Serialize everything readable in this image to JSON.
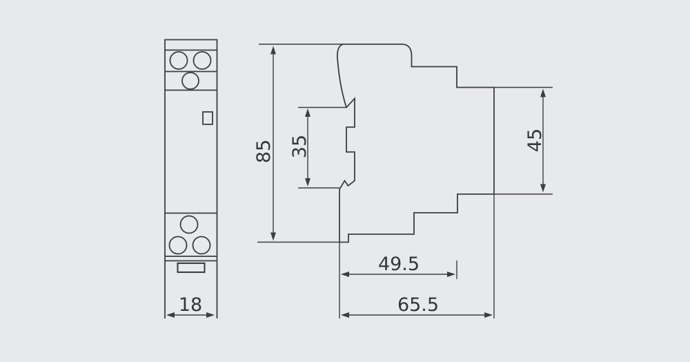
{
  "colors": {
    "background": "#e8e9eb",
    "line": "#3b3e41",
    "text": "#33363a"
  },
  "diagram": {
    "front_view": {
      "width": "18"
    },
    "side_view": {
      "overall_height": "85",
      "recess_height": "35",
      "rear_height": "45",
      "depth_to_step": "49.5",
      "overall_depth": "65.5"
    }
  }
}
